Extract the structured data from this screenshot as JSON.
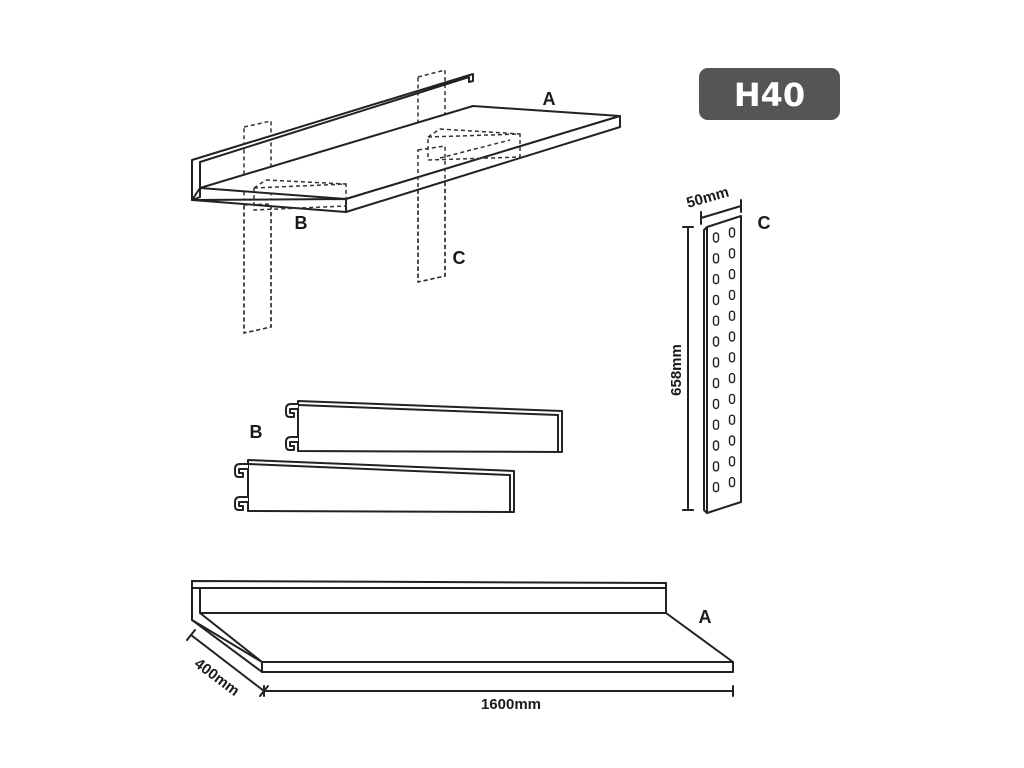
{
  "badge": {
    "text": "H40",
    "color": "#555555"
  },
  "labels": {
    "assembly_a": "A",
    "assembly_b": "B",
    "assembly_c": "C",
    "brackets_b": "B",
    "upright_c": "C",
    "shelf_a": "A"
  },
  "dimensions": {
    "upright_width": "50mm",
    "upright_height": "658mm",
    "shelf_depth": "400mm",
    "shelf_length": "1600mm"
  }
}
